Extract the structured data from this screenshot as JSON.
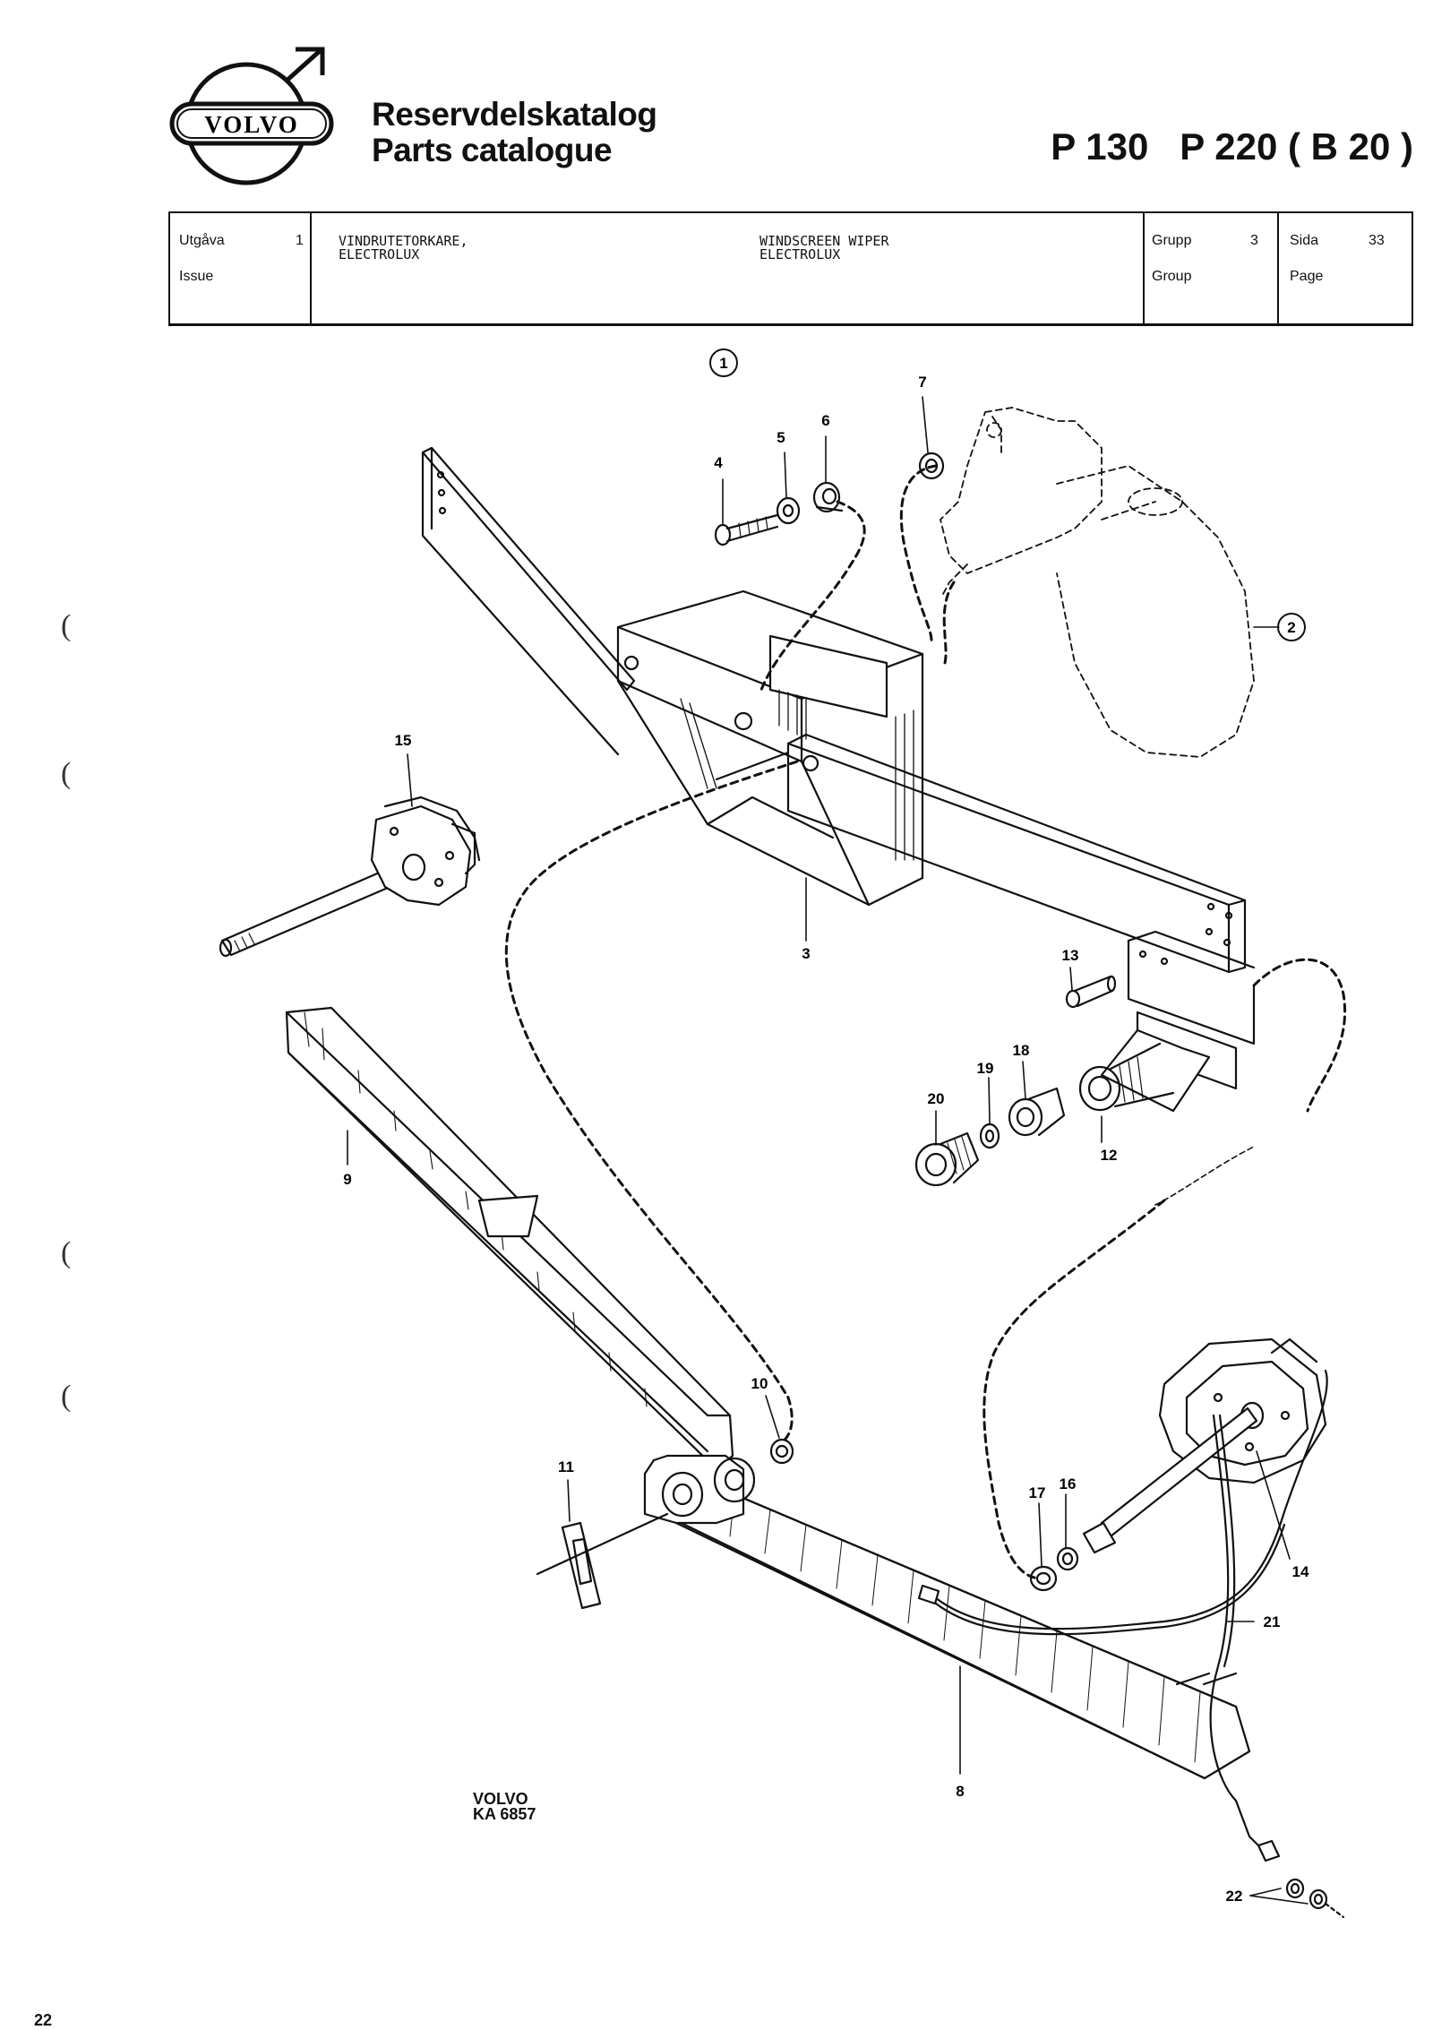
{
  "header": {
    "brand": "VOLVO",
    "title_sv": "Reservdelskatalog",
    "title_en": "Parts catalogue",
    "models": "P 130   P 220 ( B 20 )"
  },
  "info_table": {
    "edition_label_sv": "Utgåva",
    "edition_label_en": "Issue",
    "edition_value": "1",
    "description_sv": "VINDRUTETORKARE,\nELECTROLUX",
    "description_en": "WINDSCREEN WIPER\nELECTROLUX",
    "group_label_sv": "Grupp",
    "group_label_en": "Group",
    "group_value": "3",
    "page_label_sv": "Sida",
    "page_label_en": "Page",
    "page_value": "33"
  },
  "diagram": {
    "callouts": {
      "c1": "1",
      "c2": "2",
      "c3": "3",
      "c4": "4",
      "c5": "5",
      "c6": "6",
      "c7": "7",
      "c8": "8",
      "c9": "9",
      "c10": "10",
      "c11": "11",
      "c12": "12",
      "c13": "13",
      "c14": "14",
      "c15": "15",
      "c16": "16",
      "c17": "17",
      "c18": "18",
      "c19": "19",
      "c20": "20",
      "c21": "21",
      "c22": "22"
    }
  },
  "footer": {
    "ref_brand": "VOLVO",
    "ref_code": "KA 6857",
    "page_number": "22"
  }
}
